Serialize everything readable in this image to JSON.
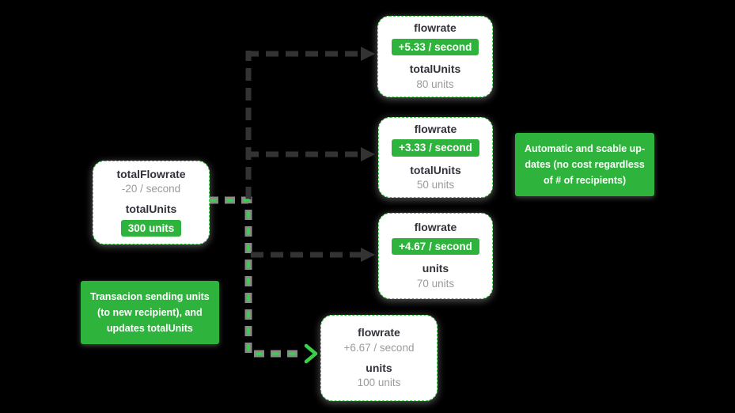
{
  "colors": {
    "background": "#000000",
    "brand_green": "#2eb43d",
    "bright_green": "#38d14a",
    "card_border_green": "#3ecf4a",
    "dark_stream_line": "#333333",
    "gray_stream_line": "#8a8a8a",
    "label_text": "#32323a",
    "muted_text": "#9b9b9b",
    "chip_text": "#ffffff"
  },
  "sender_card": {
    "field1_label": "totalFlowrate",
    "field1_value": "-20 / second",
    "field2_label": "totalUnits",
    "field2_value": "300 units"
  },
  "recipient_cards": [
    {
      "field1_label": "flowrate",
      "field1_value": "+5.33 / second",
      "field2_label": "totalUnits",
      "field2_value": "80 units"
    },
    {
      "field1_label": "flowrate",
      "field1_value": "+3.33 / second",
      "field2_label": "totalUnits",
      "field2_value": "50 units"
    },
    {
      "field1_label": "flowrate",
      "field1_value": "+4.67 / second",
      "field2_label": "units",
      "field2_value": "70 units"
    },
    {
      "field1_label": "flowrate",
      "field1_value": "+6.67 / second",
      "field2_label": "units",
      "field2_value": "100 units"
    }
  ],
  "annotations": {
    "right_note_line1": "Automatic and scable up-",
    "right_note_line2": "dates (no cost regardless",
    "right_note_line3": "of # of recipients)",
    "left_note_line1": "Transacion sending units",
    "left_note_line2": "(to new recipient), and",
    "left_note_line3_prefix": "updates ",
    "left_note_line3_strong": "totalUnits"
  }
}
